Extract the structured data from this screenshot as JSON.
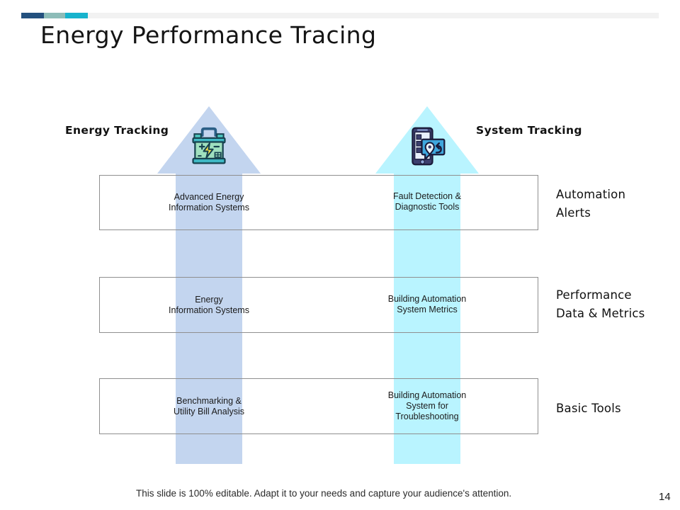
{
  "header": {
    "title": "Energy Performance Tracing",
    "accent_colors": [
      "#23507e",
      "#8dbcb8",
      "#17b3cd"
    ]
  },
  "columns": [
    {
      "key": "energy",
      "caption": "Energy Tracking",
      "icon": "battery-icon",
      "arrow_color": "#c3d5ef"
    },
    {
      "key": "system",
      "caption": "System Tracking",
      "icon": "mobile-location-icon",
      "arrow_color": "#b9f4ff"
    }
  ],
  "rows": [
    {
      "left_line1": "Advanced  Energy",
      "left_line2": "Information  Systems",
      "left_line3": "",
      "right_line1": "Fault Detection &",
      "right_line2": "Diagnostic Tools",
      "right_line3": "",
      "stage_line1": "Automation",
      "stage_line2": "Alerts"
    },
    {
      "left_line1": "Energy",
      "left_line2": "Information  Systems",
      "left_line3": "",
      "right_line1": "Building Automation",
      "right_line2": "System Metrics",
      "right_line3": "",
      "stage_line1": "Performance",
      "stage_line2": "Data & Metrics"
    },
    {
      "left_line1": "Benchmarking &",
      "left_line2": "Utility Bill Analysis",
      "left_line3": "",
      "right_line1": "Building Automation",
      "right_line2": "System for",
      "right_line3": "Troubleshooting",
      "stage_line1": "Basic Tools",
      "stage_line2": ""
    }
  ],
  "footer": {
    "note": "This slide is 100% editable. Adapt it to your needs and capture your audience's attention.",
    "page_number": "14"
  }
}
